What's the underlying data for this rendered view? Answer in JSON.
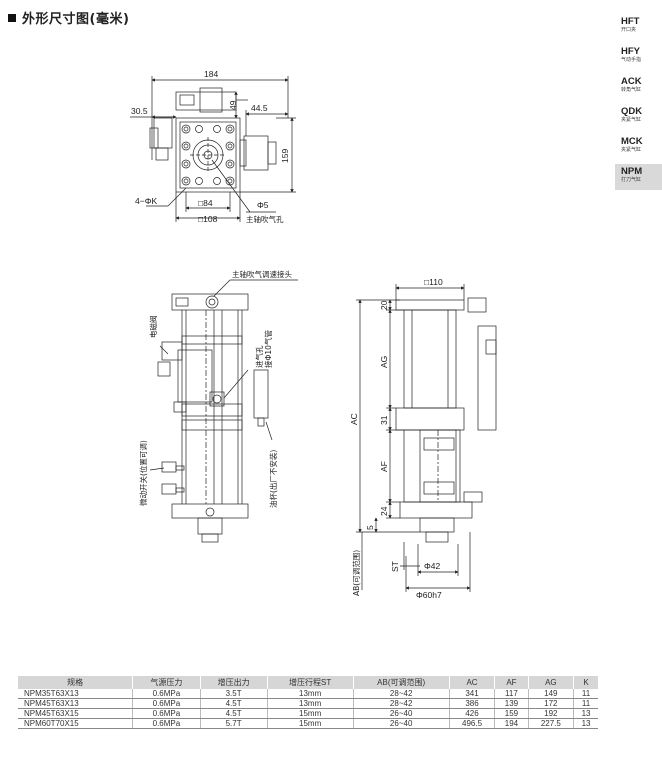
{
  "page_title": "外形尺寸图(毫米)",
  "sidebar": [
    {
      "code": "HFT",
      "sub": "开口夹",
      "active": false
    },
    {
      "code": "HFY",
      "sub": "气动手指",
      "active": false
    },
    {
      "code": "ACK",
      "sub": "转角气缸",
      "active": false
    },
    {
      "code": "QDK",
      "sub": "夹紧气缸",
      "active": false
    },
    {
      "code": "MCK",
      "sub": "夹紧气缸",
      "active": false
    },
    {
      "code": "NPM",
      "sub": "打刀气缸",
      "active": true
    }
  ],
  "top_view": {
    "dim_184": "184",
    "dim_30_5": "30.5",
    "dim_49": "49",
    "dim_44_5": "44.5",
    "dim_159": "159",
    "dim_4phik": "4−ΦK",
    "dim_sq84": "□84",
    "dim_sq108": "□108",
    "dim_phi5": "Φ5",
    "label_spindle_hole": "主轴吹气孔"
  },
  "front_view": {
    "label_joint": "主轴吹气调速接头",
    "label_solenoid": "电磁阀",
    "label_inlet": "进气孔",
    "label_inlet2": "接Φ10气管",
    "label_switch": "微动开关(位置可调)",
    "label_oilcup": "油杯(出厂不安装)"
  },
  "side_view": {
    "dim_sq110": "□110",
    "dim_20": "20",
    "dim_AG": "AG",
    "dim_31": "31",
    "dim_AC": "AC",
    "dim_AF": "AF",
    "dim_24": "24",
    "dim_5": "5",
    "dim_ST": "ST",
    "dim_phi42": "Φ42",
    "dim_AB": "AB(可调范围)",
    "dim_phi60": "Φ60h7"
  },
  "table": {
    "headers": [
      "规格",
      "气源压力",
      "增压出力",
      "增压行程ST",
      "AB(可调范围)",
      "AC",
      "AF",
      "AG",
      "K"
    ],
    "rows": [
      [
        "NPM35T63X13",
        "0.6MPa",
        "3.5T",
        "13mm",
        "28~42",
        "341",
        "117",
        "149",
        "11"
      ],
      [
        "NPM45T63X13",
        "0.6MPa",
        "4.5T",
        "13mm",
        "28~42",
        "386",
        "139",
        "172",
        "11"
      ],
      [
        "NPM45T63X15",
        "0.6MPa",
        "4.5T",
        "15mm",
        "26~40",
        "426",
        "159",
        "192",
        "13"
      ],
      [
        "NPM60T70X15",
        "0.6MPa",
        "5.7T",
        "15mm",
        "26~40",
        "496.5",
        "194",
        "227.5",
        "13"
      ]
    ]
  }
}
